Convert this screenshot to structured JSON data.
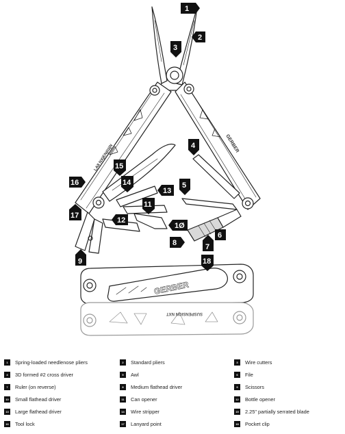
{
  "brand": {
    "name": "GERBER",
    "model": "SUSPENSION NXT",
    "handle_left_label": "LA8 NXɉENɉIЩN"
  },
  "callouts": [
    "1",
    "2",
    "3",
    "4",
    "5",
    "6",
    "7",
    "8",
    "9",
    "1Ø",
    "11",
    "12",
    "13",
    "14",
    "15",
    "16",
    "17",
    "18"
  ],
  "legend": [
    {
      "num": "1",
      "label": "Spring-loaded needlenose pliers"
    },
    {
      "num": "2",
      "label": "Standard pliers"
    },
    {
      "num": "3",
      "label": "Wire cutters"
    },
    {
      "num": "4",
      "label": "3D formed #2 cross driver"
    },
    {
      "num": "5",
      "label": "Awl"
    },
    {
      "num": "6",
      "label": "File"
    },
    {
      "num": "7",
      "label": "Ruler (on reverse)"
    },
    {
      "num": "8",
      "label": "Medium flathead driver"
    },
    {
      "num": "9",
      "label": "Scissors"
    },
    {
      "num": "10",
      "label": "Small flathead driver"
    },
    {
      "num": "11",
      "label": "Can opener"
    },
    {
      "num": "12",
      "label": "Bottle opener"
    },
    {
      "num": "13",
      "label": "Large flathead driver"
    },
    {
      "num": "14",
      "label": "Wire stripper"
    },
    {
      "num": "15",
      "label": "2.25\" partially serrated blade"
    },
    {
      "num": "16",
      "label": "Tool lock"
    },
    {
      "num": "17",
      "label": "Lanyard point"
    },
    {
      "num": "18",
      "label": "Pocket clip"
    }
  ]
}
